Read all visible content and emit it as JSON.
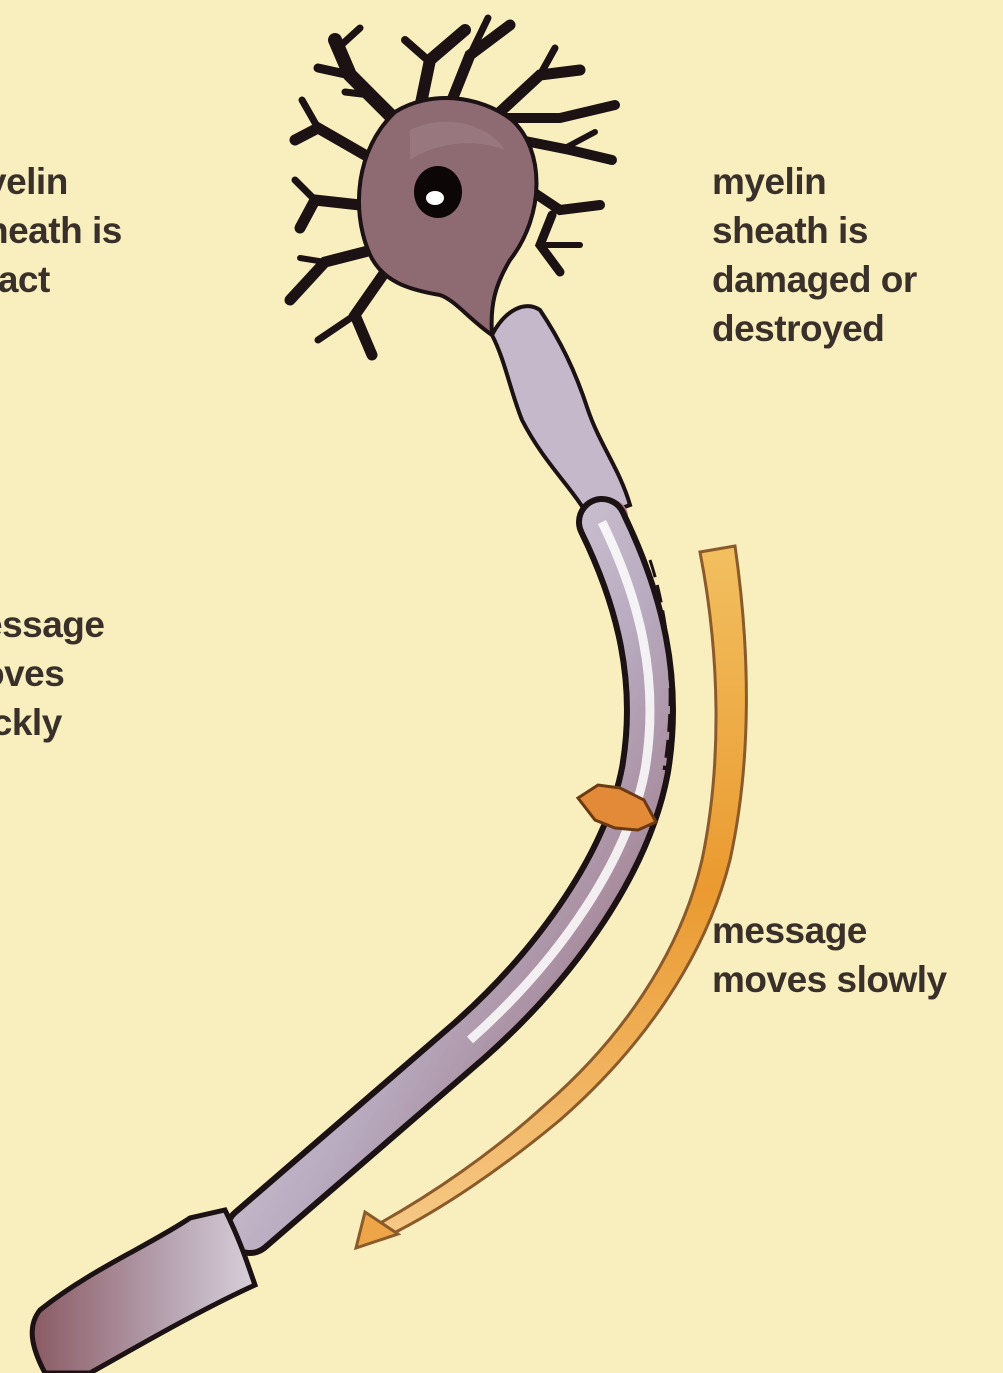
{
  "labels": {
    "left_myelin": [
      "yelin",
      "heath is",
      "tact"
    ],
    "left_message": [
      "essage",
      "oves",
      "ickly"
    ],
    "right_myelin": [
      "myelin",
      "sheath is",
      "damaged or",
      "destroyed"
    ],
    "right_message": [
      "message",
      "moves slowly"
    ]
  },
  "colors": {
    "background": "#f9eebe",
    "text": "#3a302a",
    "cell_body": "#8e6a72",
    "dendrites": "#1c1214",
    "axon_sheath": "#c3b8c8",
    "damage_patch": "#e28a38",
    "message_arrow": "#eda548"
  }
}
